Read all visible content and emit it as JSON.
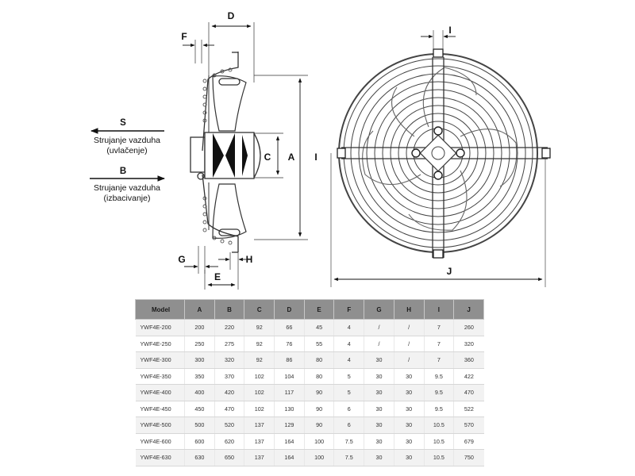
{
  "flow": {
    "suction": {
      "letter": "S",
      "line1": "Strujanje vazduha",
      "line2": "(uvlačenje)"
    },
    "blowing": {
      "letter": "B",
      "line1": "Strujanje vazduha",
      "line2": "(izbacivanje)"
    }
  },
  "dimensions": {
    "a": "A",
    "b": "B",
    "c": "C",
    "d": "D",
    "e": "E",
    "f": "F",
    "g": "G",
    "h": "H",
    "i": "I",
    "j": "J"
  },
  "table": {
    "headers": [
      "Model",
      "A",
      "B",
      "C",
      "D",
      "E",
      "F",
      "G",
      "H",
      "I",
      "J"
    ],
    "rows": [
      [
        "YWF4E-200",
        "200",
        "220",
        "92",
        "66",
        "45",
        "4",
        "/",
        "/",
        "7",
        "260"
      ],
      [
        "YWF4E-250",
        "250",
        "275",
        "92",
        "76",
        "55",
        "4",
        "/",
        "/",
        "7",
        "320"
      ],
      [
        "YWF4E-300",
        "300",
        "320",
        "92",
        "86",
        "80",
        "4",
        "30",
        "/",
        "7",
        "360"
      ],
      [
        "YWF4E-350",
        "350",
        "370",
        "102",
        "104",
        "80",
        "5",
        "30",
        "30",
        "9.5",
        "422"
      ],
      [
        "YWF4E-400",
        "400",
        "420",
        "102",
        "117",
        "90",
        "5",
        "30",
        "30",
        "9.5",
        "470"
      ],
      [
        "YWF4E-450",
        "450",
        "470",
        "102",
        "130",
        "90",
        "6",
        "30",
        "30",
        "9.5",
        "522"
      ],
      [
        "YWF4E-500",
        "500",
        "520",
        "137",
        "129",
        "90",
        "6",
        "30",
        "30",
        "10.5",
        "570"
      ],
      [
        "YWF4E-600",
        "600",
        "620",
        "137",
        "164",
        "100",
        "7.5",
        "30",
        "30",
        "10.5",
        "679"
      ],
      [
        "YWF4E-630",
        "630",
        "650",
        "137",
        "164",
        "100",
        "7.5",
        "30",
        "30",
        "10.5",
        "750"
      ]
    ]
  }
}
